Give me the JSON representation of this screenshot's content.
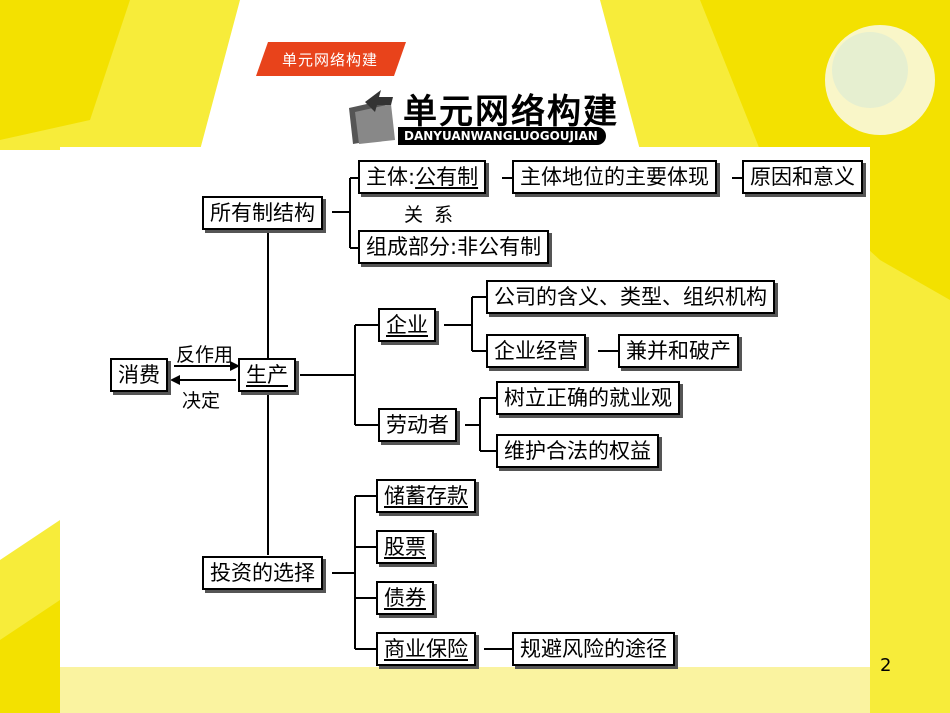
{
  "header": {
    "tab_label": "单元网络构建",
    "title": "单元网络构建",
    "subtitle": "DANYUANWANGLUOGOUJIAN"
  },
  "nodes": {
    "consume": "消费",
    "produce": "生产",
    "ownership": "所有制结构",
    "main_body_prefix": "主体:",
    "main_body_value": "公有制",
    "main_status": "主体地位的主要体现",
    "reason": "原因和意义",
    "relation_a": "关",
    "relation_b": "系",
    "component": "组成部分:非公有制",
    "enterprise": "企业",
    "company_meaning": "公司的含义、类型、组织机构",
    "enterprise_ops": "企业经营",
    "merger": "兼并和破产",
    "laborer": "劳动者",
    "employment": "树立正确的就业观",
    "rights": "维护合法的权益",
    "investment": "投资的选择",
    "savings": "储蓄存款",
    "stocks": "股票",
    "bonds": "债券",
    "insurance": "商业保险",
    "risk": "规避风险的途径"
  },
  "edges": {
    "reaction": "反作用",
    "decide": "决定"
  },
  "page_number": "2",
  "colors": {
    "accent_red": "#e8431b",
    "background_yellow": "#f5e800"
  }
}
